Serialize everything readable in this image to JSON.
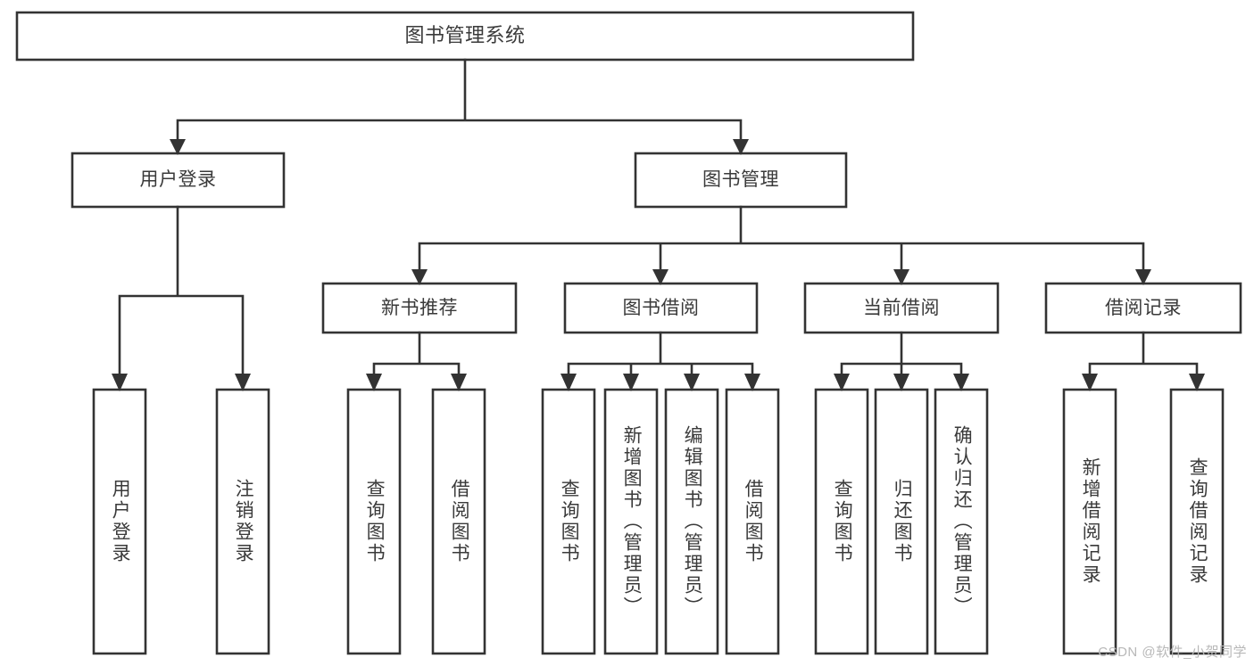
{
  "diagram": {
    "type": "tree",
    "title": "图书管理系统",
    "watermark": "CSDN @软件_小贺同学",
    "colors": {
      "box_stroke": "#333333",
      "box_fill": "#ffffff",
      "text": "#3a3a3a",
      "connector": "#333333",
      "watermark": "#b8b8b8"
    },
    "nodes": {
      "root": {
        "label": "图书管理系统",
        "level": 1,
        "orientation": "horizontal"
      },
      "l2": [
        {
          "label": "用户登录",
          "orientation": "horizontal"
        },
        {
          "label": "图书管理",
          "orientation": "horizontal"
        }
      ],
      "l3": [
        {
          "label": "新书推荐",
          "orientation": "horizontal"
        },
        {
          "label": "图书借阅",
          "orientation": "horizontal"
        },
        {
          "label": "当前借阅",
          "orientation": "horizontal"
        },
        {
          "label": "借阅记录",
          "orientation": "horizontal"
        }
      ],
      "leaves_user_login": [
        {
          "label": "用户登录",
          "orientation": "vertical"
        },
        {
          "label": "注销登录",
          "orientation": "vertical"
        }
      ],
      "leaves_new_book": [
        {
          "label": "查询图书",
          "orientation": "vertical"
        },
        {
          "label": "借阅图书",
          "orientation": "vertical"
        }
      ],
      "leaves_borrow": [
        {
          "label": "查询图书",
          "orientation": "vertical"
        },
        {
          "label": "新增图书（管理员）",
          "orientation": "vertical"
        },
        {
          "label": "编辑图书（管理员）",
          "orientation": "vertical"
        },
        {
          "label": "借阅图书",
          "orientation": "vertical"
        }
      ],
      "leaves_current": [
        {
          "label": "查询图书",
          "orientation": "vertical"
        },
        {
          "label": "归还图书",
          "orientation": "vertical"
        },
        {
          "label": "确认归还（管理员）",
          "orientation": "vertical"
        }
      ],
      "leaves_record": [
        {
          "label": "新增借阅记录",
          "orientation": "vertical"
        },
        {
          "label": "查询借阅记录",
          "orientation": "vertical"
        }
      ]
    },
    "edges": [
      {
        "from": "图书管理系统",
        "to": "用户登录"
      },
      {
        "from": "图书管理系统",
        "to": "图书管理"
      },
      {
        "from": "用户登录",
        "to": "用户登录"
      },
      {
        "from": "用户登录",
        "to": "注销登录"
      },
      {
        "from": "图书管理",
        "to": "新书推荐"
      },
      {
        "from": "图书管理",
        "to": "图书借阅"
      },
      {
        "from": "图书管理",
        "to": "当前借阅"
      },
      {
        "from": "图书管理",
        "to": "借阅记录"
      },
      {
        "from": "新书推荐",
        "to": "查询图书"
      },
      {
        "from": "新书推荐",
        "to": "借阅图书"
      },
      {
        "from": "图书借阅",
        "to": "查询图书"
      },
      {
        "from": "图书借阅",
        "to": "新增图书（管理员）"
      },
      {
        "from": "图书借阅",
        "to": "编辑图书（管理员）"
      },
      {
        "from": "图书借阅",
        "to": "借阅图书"
      },
      {
        "from": "当前借阅",
        "to": "查询图书"
      },
      {
        "from": "当前借阅",
        "to": "归还图书"
      },
      {
        "from": "当前借阅",
        "to": "确认归还（管理员）"
      },
      {
        "from": "借阅记录",
        "to": "新增借阅记录"
      },
      {
        "from": "借阅记录",
        "to": "查询借阅记录"
      }
    ]
  }
}
